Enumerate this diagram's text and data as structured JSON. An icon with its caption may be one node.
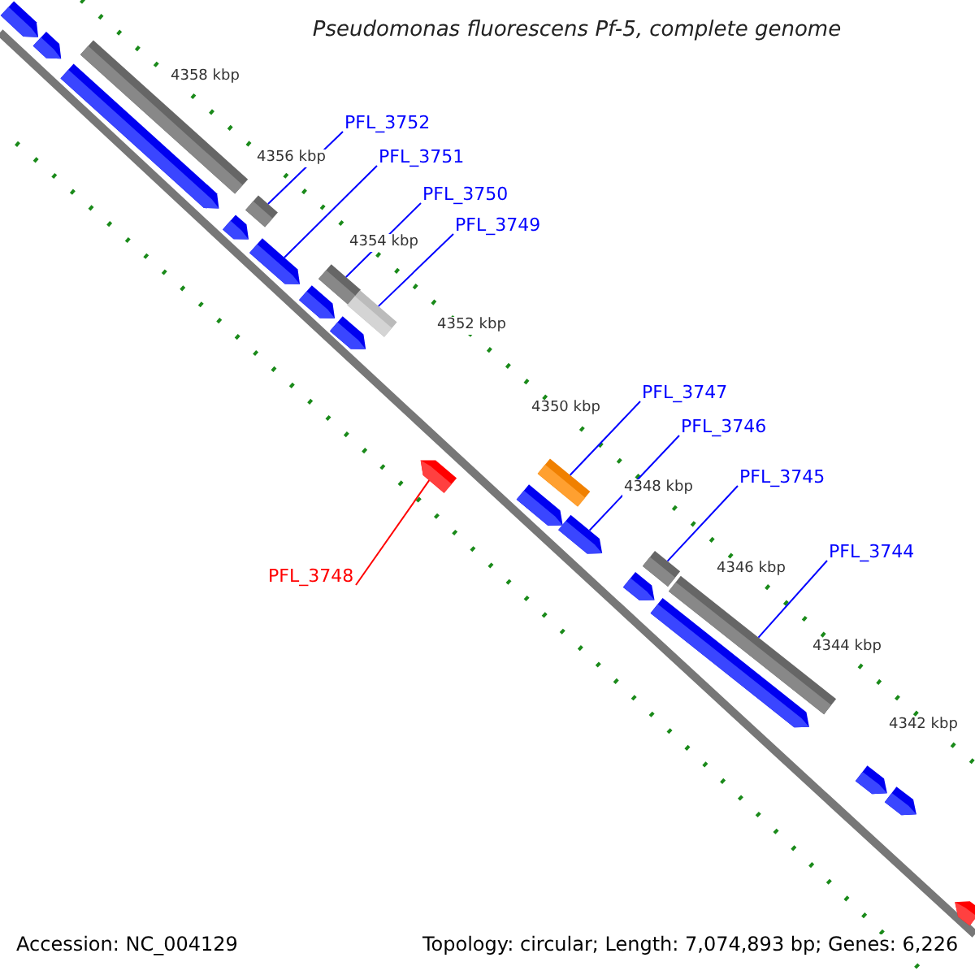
{
  "diagram": {
    "title": "Pseudomonas fluorescens Pf-5, complete genome",
    "nodes": [
      {
        "text": [],
        "shape": "arrow"
      },
      {
        "text": [],
        "shape": "arrow"
      },
      {
        "text": [],
        "shape": "arrow"
      },
      {
        "text": [],
        "shape": "bar"
      },
      {
        "text": [],
        "shape": "arrow"
      },
      {
        "text": [],
        "shape": "bar"
      },
      {
        "text": [],
        "shape": "arrow"
      },
      {
        "text": [],
        "shape": "arrow"
      },
      {
        "text": [],
        "shape": "bar"
      },
      {
        "text": [],
        "shape": "arrow"
      },
      {
        "text": [],
        "shape": "bar"
      },
      {
        "text": [],
        "shape": "arrow"
      },
      {
        "text": [],
        "shape": "arrow"
      },
      {
        "text": [],
        "shape": "bar"
      },
      {
        "text": [],
        "shape": "arrow"
      },
      {
        "text": [],
        "shape": "arrow"
      },
      {
        "text": [],
        "shape": "bar"
      },
      {
        "text": [],
        "shape": "arrow"
      },
      {
        "text": [],
        "shape": "bar"
      },
      {
        "text": [],
        "shape": "arrow"
      },
      {
        "text": [],
        "shape": "arrow"
      },
      {
        "text": [],
        "shape": "arrow"
      },
      {
        "text": [
          "PFL_3752"
        ]
      },
      {
        "text": [
          "PFL_3751"
        ]
      },
      {
        "text": [
          "PFL_3750"
        ]
      },
      {
        "text": [
          "PFL_3749"
        ]
      },
      {
        "text": [
          "PFL_3748"
        ]
      },
      {
        "text": [
          "PFL_3747"
        ]
      },
      {
        "text": [
          "PFL_3746"
        ]
      },
      {
        "text": [
          "PFL_3745"
        ]
      },
      {
        "text": [
          "PFL_3744"
        ]
      }
    ],
    "edges": [
      {
        "from": 22,
        "to": 5,
        "arrow": "none"
      },
      {
        "from": 23,
        "to": 6,
        "arrow": "none"
      },
      {
        "from": 24,
        "to": 8,
        "arrow": "none"
      },
      {
        "from": 25,
        "to": 10,
        "arrow": "none"
      },
      {
        "from": 26,
        "to": 11,
        "arrow": "none",
        "color": "#ff0000"
      },
      {
        "from": 27,
        "to": 13,
        "arrow": "none"
      },
      {
        "from": 28,
        "to": 14,
        "arrow": "none"
      },
      {
        "from": 29,
        "to": 16,
        "arrow": "none"
      },
      {
        "from": 30,
        "to": 18,
        "arrow": "none"
      }
    ],
    "labels": [
      "4358 kbp",
      "4356 kbp",
      "4354 kbp",
      "4352 kbp",
      "4350 kbp",
      "4348 kbp",
      "4346 kbp",
      "4344 kbp",
      "4342 kbp",
      "Accession: NC_004129",
      "Topology: circular; Length: 7,074,893 bp; Genes: 6,226"
    ]
  }
}
